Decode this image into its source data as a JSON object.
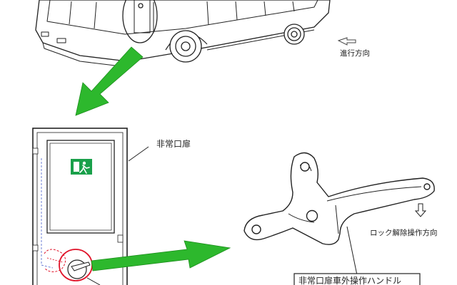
{
  "labels": {
    "travel_direction": "進行方向",
    "emergency_door": "非常口扉",
    "unlock_direction": "ロック解除操作方向",
    "handle_caption": "非常口扉車外操作ハンドル"
  },
  "colors": {
    "line": "#222222",
    "arrow_green": "#2db82d",
    "exit_sign_green": "#19a04a",
    "highlight_red": "#e0142a",
    "guide_blue": "#6e7fd6"
  },
  "icons": {
    "exit_sign": "emergency-exit-running-figure-icon",
    "unlock_arrow": "down-outline-arrow-icon",
    "travel_arrow": "outline-arrow-icon"
  }
}
